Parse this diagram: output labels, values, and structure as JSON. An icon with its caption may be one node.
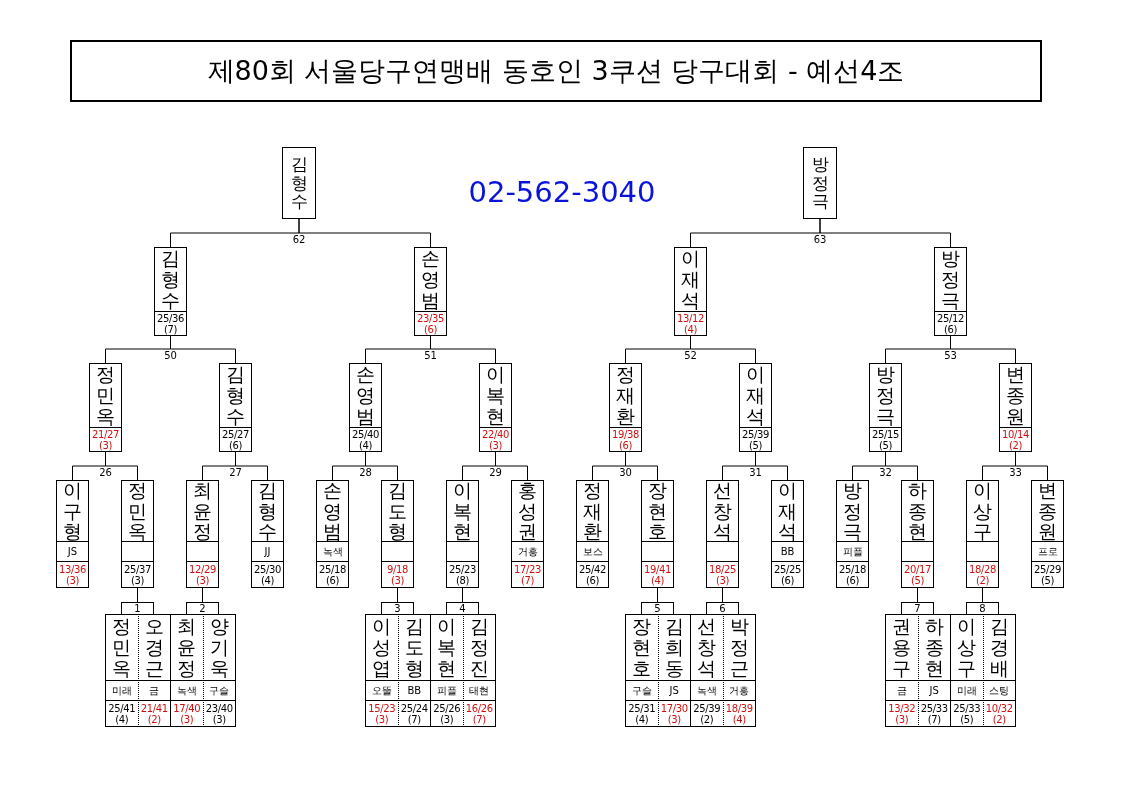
{
  "diagram": {
    "title": "제80회 서울당구연맹배 동호인 3쿠션 당구대회 - 예선4조",
    "nodes": [
      {
        "text": [
          "김형수"
        ]
      },
      {
        "text": [
          "방정극"
        ]
      },
      {
        "text": [
          "김형수",
          "25/36 (7)"
        ]
      },
      {
        "text": [
          "손영범",
          "23/35 (6)"
        ]
      },
      {
        "text": [
          "이재석",
          "13/12 (4)"
        ]
      },
      {
        "text": [
          "방정극",
          "25/12 (6)"
        ]
      },
      {
        "text": [
          "정민옥",
          "21/27 (3)"
        ]
      },
      {
        "text": [
          "김형수",
          "25/27 (6)"
        ]
      },
      {
        "text": [
          "손영범",
          "25/40 (4)"
        ]
      },
      {
        "text": [
          "이복현",
          "22/40 (3)"
        ]
      },
      {
        "text": [
          "정재환",
          "19/38 (6)"
        ]
      },
      {
        "text": [
          "이재석",
          "25/39 (5)"
        ]
      },
      {
        "text": [
          "방정극",
          "25/15 (5)"
        ]
      },
      {
        "text": [
          "변종원",
          "10/14 (2)"
        ]
      },
      {
        "text": [
          "이구형",
          "JS",
          "13/36 (3)"
        ]
      },
      {
        "text": [
          "정민옥",
          "25/37 (3)"
        ]
      },
      {
        "text": [
          "최윤정",
          "12/29 (3)"
        ]
      },
      {
        "text": [
          "김형수",
          "JJ",
          "25/30 (4)"
        ]
      },
      {
        "text": [
          "손영범",
          "녹색",
          "25/18 (6)"
        ]
      },
      {
        "text": [
          "김도형",
          "9/18 (3)"
        ]
      },
      {
        "text": [
          "이복현",
          "25/23 (8)"
        ]
      },
      {
        "text": [
          "홍성권",
          "거흥",
          "17/23 (7)"
        ]
      },
      {
        "text": [
          "정재환",
          "보스",
          "25/42 (6)"
        ]
      },
      {
        "text": [
          "장현호",
          "19/41 (4)"
        ]
      },
      {
        "text": [
          "선창석",
          "18/25 (3)"
        ]
      },
      {
        "text": [
          "이재석",
          "BB",
          "25/25 (6)"
        ]
      },
      {
        "text": [
          "방정극",
          "피플",
          "25/18 (6)"
        ]
      },
      {
        "text": [
          "하종현",
          "20/17 (5)"
        ]
      },
      {
        "text": [
          "이상구",
          "18/28 (2)"
        ]
      },
      {
        "text": [
          "변종원",
          "프로",
          "25/29 (5)"
        ]
      },
      {
        "text": [
          "1"
        ]
      },
      {
        "text": [
          "2"
        ]
      },
      {
        "text": [
          "3"
        ]
      },
      {
        "text": [
          "4"
        ]
      },
      {
        "text": [
          "5"
        ]
      },
      {
        "text": [
          "6"
        ]
      },
      {
        "text": [
          "7"
        ]
      },
      {
        "text": [
          "8"
        ]
      },
      {
        "text": [
          "정민옥",
          "미래",
          "25/41 (4)"
        ]
      },
      {
        "text": [
          "오경근",
          "금",
          "21/41 (2)"
        ]
      },
      {
        "text": [
          "최윤정",
          "녹색",
          "17/40 (3)"
        ]
      },
      {
        "text": [
          "양기욱",
          "구슬",
          "23/40 (3)"
        ]
      },
      {
        "text": [
          "이성엽",
          "오뚤",
          "15/23 (3)"
        ]
      },
      {
        "text": [
          "김도형",
          "BB",
          "25/24 (7)"
        ]
      },
      {
        "text": [
          "이복현",
          "피플",
          "25/26 (3)"
        ]
      },
      {
        "text": [
          "김정진",
          "태현",
          "16/26 (7)"
        ]
      },
      {
        "text": [
          "장현호",
          "구슬",
          "25/31 (4)"
        ]
      },
      {
        "text": [
          "김희동",
          "JS",
          "17/30 (3)"
        ]
      },
      {
        "text": [
          "선창석",
          "녹색",
          "25/39 (2)"
        ]
      },
      {
        "text": [
          "박정근",
          "거흥",
          "18/39 (4)"
        ]
      },
      {
        "text": [
          "권용구",
          "금",
          "13/32 (3)"
        ]
      },
      {
        "text": [
          "하종현",
          "JS",
          "25/33 (7)"
        ]
      },
      {
        "text": [
          "이상구",
          "미래",
          "25/33 (5)"
        ]
      },
      {
        "text": [
          "김경배",
          "스팅",
          "10/32 (2)"
        ]
      }
    ],
    "edges": [
      {
        "from": 0,
        "to": 2,
        "arrow": "none",
        "label": "62"
      },
      {
        "from": 0,
        "to": 3,
        "arrow": "none"
      },
      {
        "from": 1,
        "to": 4,
        "arrow": "none",
        "label": "63"
      },
      {
        "from": 1,
        "to": 5,
        "arrow": "none"
      },
      {
        "from": 2,
        "to": 6,
        "arrow": "none",
        "label": "50"
      },
      {
        "from": 2,
        "to": 7,
        "arrow": "none"
      },
      {
        "from": 3,
        "to": 8,
        "arrow": "none",
        "label": "51"
      },
      {
        "from": 3,
        "to": 9,
        "arrow": "none"
      },
      {
        "from": 4,
        "to": 10,
        "arrow": "none",
        "label": "52"
      },
      {
        "from": 4,
        "to": 11,
        "arrow": "none"
      },
      {
        "from": 5,
        "to": 12,
        "arrow": "none",
        "label": "53"
      },
      {
        "from": 5,
        "to": 13,
        "arrow": "none"
      },
      {
        "from": 6,
        "to": 14,
        "arrow": "none",
        "label": "26"
      },
      {
        "from": 6,
        "to": 15,
        "arrow": "none"
      },
      {
        "from": 7,
        "to": 16,
        "arrow": "none",
        "label": "27"
      },
      {
        "from": 7,
        "to": 17,
        "arrow": "none"
      },
      {
        "from": 8,
        "to": 18,
        "arrow": "none",
        "label": "28"
      },
      {
        "from": 8,
        "to": 19,
        "arrow": "none"
      },
      {
        "from": 9,
        "to": 20,
        "arrow": "none",
        "label": "29"
      },
      {
        "from": 9,
        "to": 21,
        "arrow": "none"
      },
      {
        "from": 10,
        "to": 22,
        "arrow": "none",
        "label": "30"
      },
      {
        "from": 10,
        "to": 23,
        "arrow": "none"
      },
      {
        "from": 11,
        "to": 24,
        "arrow": "none",
        "label": "31"
      },
      {
        "from": 11,
        "to": 25,
        "arrow": "none"
      },
      {
        "from": 12,
        "to": 26,
        "arrow": "none",
        "label": "32"
      },
      {
        "from": 12,
        "to": 27,
        "arrow": "none"
      },
      {
        "from": 13,
        "to": 28,
        "arrow": "none",
        "label": "33"
      },
      {
        "from": 13,
        "to": 29,
        "arrow": "none"
      },
      {
        "from": 15,
        "to": 30,
        "arrow": "none"
      },
      {
        "from": 16,
        "to": 31,
        "arrow": "none"
      },
      {
        "from": 19,
        "to": 32,
        "arrow": "none"
      },
      {
        "from": 20,
        "to": 33,
        "arrow": "none"
      },
      {
        "from": 23,
        "to": 34,
        "arrow": "none"
      },
      {
        "from": 24,
        "to": 35,
        "arrow": "none"
      },
      {
        "from": 27,
        "to": 36,
        "arrow": "none"
      },
      {
        "from": 28,
        "to": 37,
        "arrow": "none"
      }
    ],
    "labels": [
      "02-562-3040"
    ]
  }
}
